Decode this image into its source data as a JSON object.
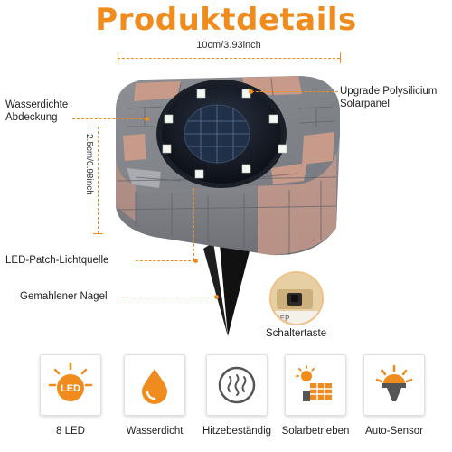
{
  "title": "Produktdetails",
  "dimensions": {
    "width_label": "10cm/3.93inch",
    "height_label": "2.5cm/0.98inch"
  },
  "callouts": {
    "cover": "Wasserdichte\nAbdeckung",
    "cover_line1": "Wasserdichte",
    "cover_line2": "Abdeckung",
    "solar_line1": "Upgrade Polysilicium",
    "solar_line2": "Solarpanel",
    "led": "LED-Patch-Lichtquelle",
    "nail": "Gemahlener Nagel",
    "switch": "Schaltertaste"
  },
  "features": [
    {
      "label": "8 LED",
      "icon": "led-badge-icon",
      "badge_text": "LED"
    },
    {
      "label": "Wasserdicht",
      "icon": "water-drop-icon"
    },
    {
      "label": "Hitzebeständig",
      "icon": "heat-resistant-icon"
    },
    {
      "label": "Solarbetrieben",
      "icon": "solar-panel-icon"
    },
    {
      "label": "Auto-Sensor",
      "icon": "auto-sensor-lamp-icon"
    }
  ],
  "colors": {
    "accent": "#f08c1e",
    "stone_grey": "#8a8c91",
    "brick_pink": "#c99a8c"
  }
}
